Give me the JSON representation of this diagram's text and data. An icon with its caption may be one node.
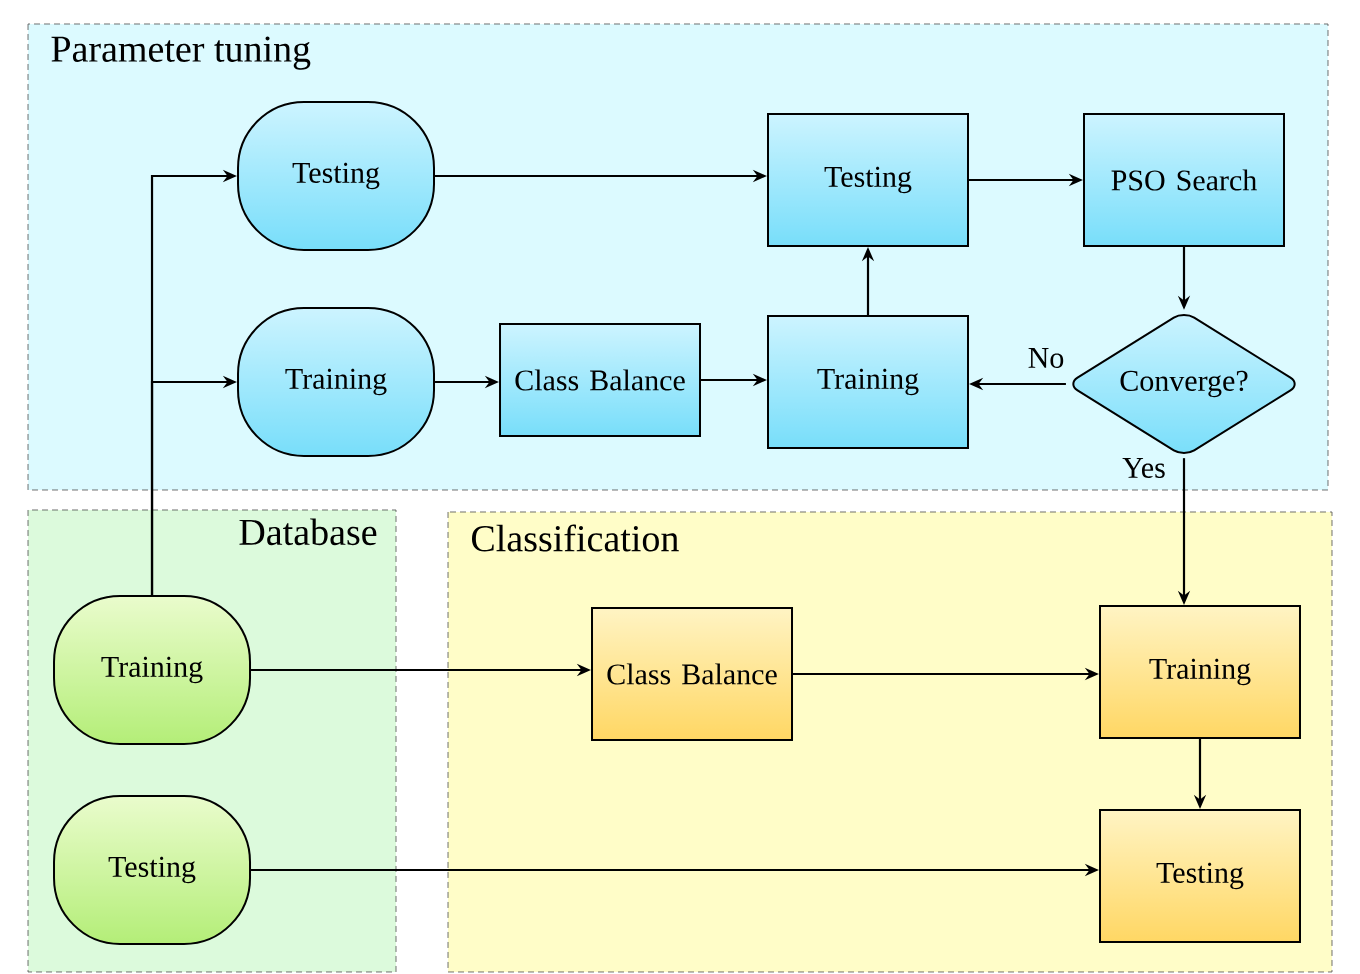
{
  "diagram": {
    "nodes": [
      {
        "text": [
          "Parameter tuning"
        ]
      },
      {
        "text": [
          "Testing"
        ],
        "in": 0
      },
      {
        "text": [
          "Testing"
        ],
        "in": 0
      },
      {
        "text": [
          "PSO Search"
        ],
        "in": 0
      },
      {
        "text": [
          "Training"
        ],
        "in": 0
      },
      {
        "text": [
          "Class Balance"
        ],
        "in": 0
      },
      {
        "text": [
          "Training"
        ],
        "in": 0
      },
      {
        "text": [
          "Converge?"
        ],
        "in": 0
      },
      {
        "text": [
          "Database"
        ]
      },
      {
        "text": [
          "Training"
        ],
        "in": 8
      },
      {
        "text": [
          "Testing"
        ],
        "in": 8
      },
      {
        "text": [
          "Classification"
        ]
      },
      {
        "text": [
          "Class Balance"
        ],
        "in": 11
      },
      {
        "text": [
          "Training"
        ],
        "in": 11
      },
      {
        "text": [
          "Testing"
        ],
        "in": 11
      }
    ],
    "edges": [
      {
        "from": 9,
        "to": 1,
        "arrow": "to"
      },
      {
        "from": 9,
        "to": 4,
        "arrow": "to"
      },
      {
        "from": 1,
        "to": 2,
        "arrow": "to"
      },
      {
        "from": 2,
        "to": 3,
        "arrow": "to"
      },
      {
        "from": 3,
        "to": 7,
        "arrow": "to"
      },
      {
        "from": 7,
        "to": 6,
        "arrow": "to",
        "label": "No"
      },
      {
        "from": 4,
        "to": 5,
        "arrow": "to"
      },
      {
        "from": 5,
        "to": 6,
        "arrow": "to"
      },
      {
        "from": 6,
        "to": 2,
        "arrow": "to"
      },
      {
        "from": 7,
        "to": 13,
        "arrow": "to",
        "label": "Yes"
      },
      {
        "from": 9,
        "to": 12,
        "arrow": "to"
      },
      {
        "from": 12,
        "to": 13,
        "arrow": "to"
      },
      {
        "from": 13,
        "to": 14,
        "arrow": "to"
      },
      {
        "from": 10,
        "to": 14,
        "arrow": "to"
      }
    ]
  }
}
